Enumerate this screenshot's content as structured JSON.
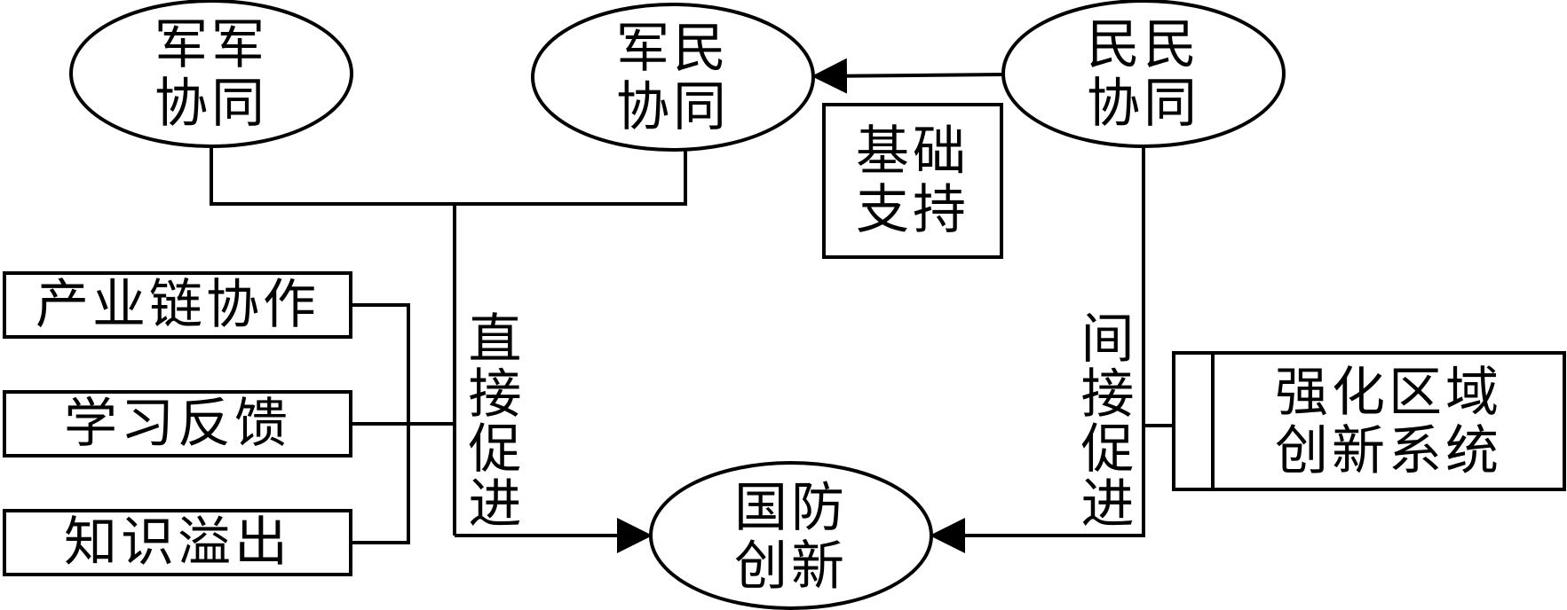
{
  "nodes": {
    "junjun": "军军\n协同",
    "junmin": "军民\n协同",
    "minmin": "民民\n协同",
    "support": "基础\n支持",
    "defense": "国防\n创新",
    "chain": "产业链协作",
    "learning": "学习反馈",
    "spillover": "知识溢出",
    "regional": "强化区域\n创新系统"
  },
  "edges": {
    "direct": "直接促进",
    "indirect": "间接促进"
  }
}
